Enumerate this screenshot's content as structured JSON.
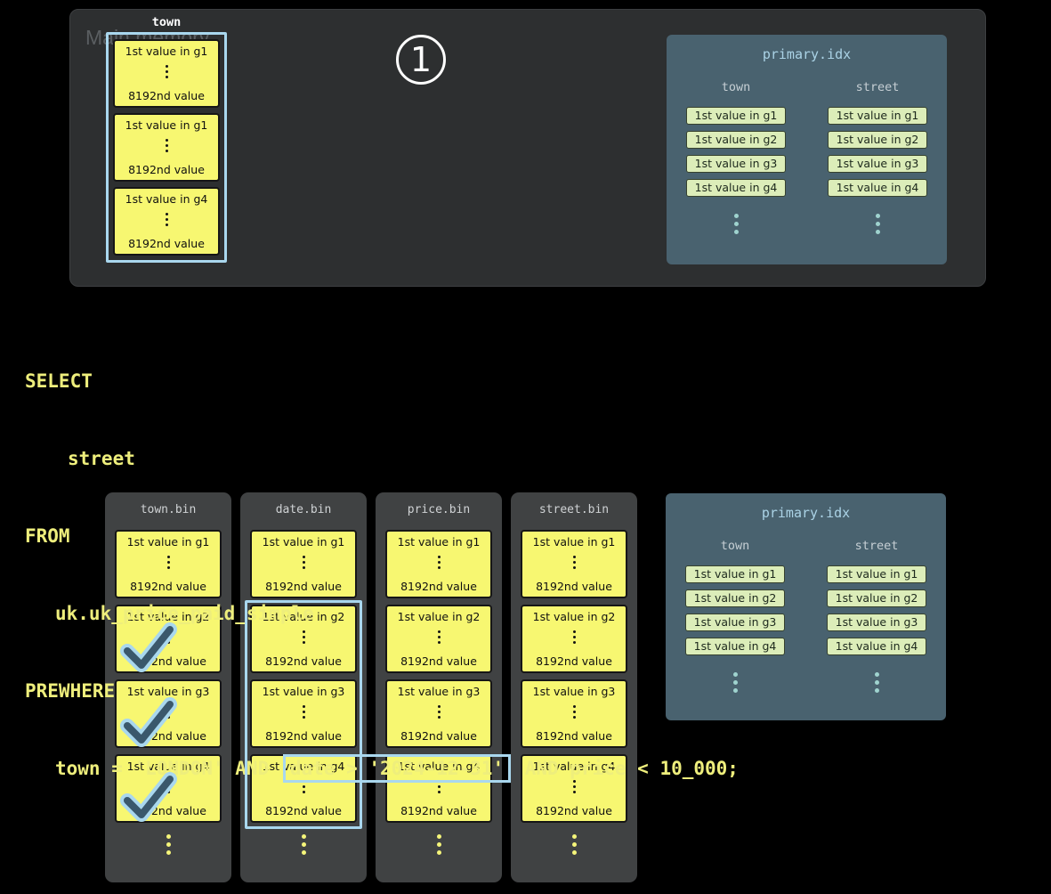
{
  "colors": {
    "background": "#000000",
    "memory_panel": "#2d2f30",
    "bin_panel": "#404243",
    "granule_yellow": "#f7f771",
    "highlight_blue": "#a9d7ee",
    "primary_idx_panel": "#49626f",
    "idx_entry_green": "#dcedb9",
    "sql_text": "#eeee7c",
    "checkmark_fill": "#3a586c",
    "checkmark_outline": "#a9d7ee"
  },
  "main_memory": {
    "label": "Main memory",
    "step_badge": "1",
    "column": {
      "header": "town",
      "blocks": [
        {
          "first": "1st value in g1",
          "last": "8192nd value"
        },
        {
          "first": "1st value in g1",
          "last": "8192nd value"
        },
        {
          "first": "1st value in g4",
          "last": "8192nd value"
        }
      ]
    }
  },
  "primary_idx": {
    "title": "primary.idx",
    "columns": [
      {
        "header": "town",
        "entries": [
          "1st value in g1",
          "1st value in g2",
          "1st value in g3",
          "1st value in g4"
        ]
      },
      {
        "header": "street",
        "entries": [
          "1st value in g1",
          "1st value in g2",
          "1st value in g3",
          "1st value in g4"
        ]
      }
    ]
  },
  "sql": {
    "line1": "SELECT",
    "line2": "street",
    "line3": "FROM",
    "line4": "uk.uk_price_paid_simple",
    "line5": "PREWHERE",
    "line6_pre": "town = 'LONDON' AND ",
    "line6_boxed": "date > '2024-12-31'",
    "line6_post": " AND price < 10_000;"
  },
  "bins": [
    {
      "name": "town.bin",
      "blocks": [
        {
          "first": "1st value in g1",
          "last": "8192nd value",
          "checked": false
        },
        {
          "first": "1st value in g2",
          "last": "8192nd value",
          "checked": true
        },
        {
          "first": "1st value in g3",
          "last": "8192nd value",
          "checked": true
        },
        {
          "first": "1st value in g4",
          "last": "8192nd value",
          "checked": true
        }
      ]
    },
    {
      "name": "date.bin",
      "blocks": [
        {
          "first": "1st value in g1",
          "last": "8192nd value",
          "highlighted": false
        },
        {
          "first": "1st value in g2",
          "last": "8192nd value",
          "highlighted": true
        },
        {
          "first": "1st value in g3",
          "last": "8192nd value",
          "highlighted": true
        },
        {
          "first": "1st value in g4",
          "last": "8192nd value",
          "highlighted": true
        }
      ]
    },
    {
      "name": "price.bin",
      "blocks": [
        {
          "first": "1st value in g1",
          "last": "8192nd value"
        },
        {
          "first": "1st value in g2",
          "last": "8192nd value"
        },
        {
          "first": "1st value in g3",
          "last": "8192nd value"
        },
        {
          "first": "1st value in g4",
          "last": "8192nd value"
        }
      ]
    },
    {
      "name": "street.bin",
      "blocks": [
        {
          "first": "1st value in g1",
          "last": "8192nd value"
        },
        {
          "first": "1st value in g2",
          "last": "8192nd value"
        },
        {
          "first": "1st value in g3",
          "last": "8192nd value"
        },
        {
          "first": "1st value in g4",
          "last": "8192nd value"
        }
      ]
    }
  ]
}
